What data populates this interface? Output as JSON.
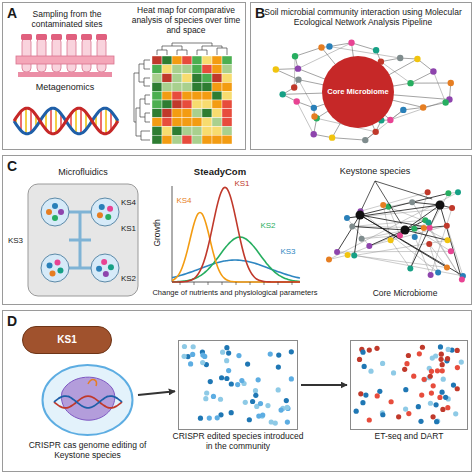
{
  "diagram": {
    "nodes": [
      {
        "text": [
          "A"
        ]
      },
      {
        "text": [
          "B"
        ]
      },
      {
        "text": [
          "Core Microbiome"
        ],
        "in": 1
      },
      {
        "text": [
          "C"
        ]
      },
      {
        "text": [
          "D"
        ]
      },
      {
        "text": [
          "KS1"
        ],
        "in": 4
      },
      {
        "text": [
          "CRISPR cas genome editing of Keystone species"
        ],
        "in": 4
      },
      {
        "text": [
          "CRISPR edited species introduced in the community"
        ],
        "in": 4
      },
      {
        "text": [
          "ET-seq and DART"
        ],
        "in": 4
      }
    ],
    "edges": [
      {
        "from": 6,
        "to": 7,
        "arrow": "to"
      },
      {
        "from": 7,
        "to": 8,
        "arrow": "to"
      }
    ],
    "labels": [
      "Sampling from the contaminated sites",
      "Metagenomics",
      "Heat map for comparative analysis of species over time and space",
      "Soil microbial community interaction using Molecular Ecological Network Analysis Pipeline",
      "Microfluidics",
      "KS3",
      "KS4",
      "KS1",
      "KS2",
      "SteadyCom",
      "KS4",
      "KS1",
      "KS2",
      "KS3",
      "Growth",
      "Change of nutrients and physiological parameters",
      "Keystone species",
      "Core Microbiome"
    ]
  }
}
